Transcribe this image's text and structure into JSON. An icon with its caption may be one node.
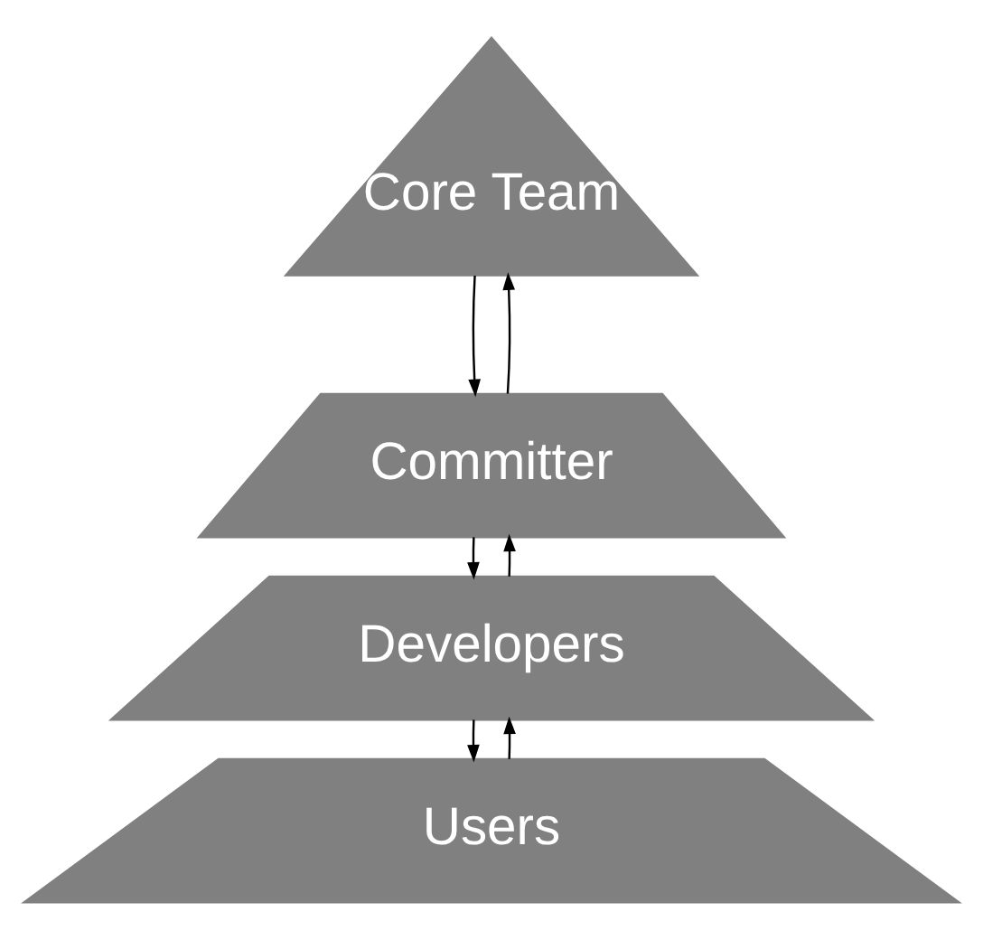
{
  "diagram": {
    "nodes": [
      {
        "text": [
          "Core Team"
        ]
      },
      {
        "text": [
          "Committer"
        ]
      },
      {
        "text": [
          "Developers"
        ]
      },
      {
        "text": [
          "Users"
        ]
      }
    ],
    "edges": [
      {
        "from": 0,
        "to": 1,
        "arrow": "to"
      },
      {
        "from": 1,
        "to": 0,
        "arrow": "to"
      },
      {
        "from": 1,
        "to": 2,
        "arrow": "to"
      },
      {
        "from": 2,
        "to": 1,
        "arrow": "to"
      },
      {
        "from": 2,
        "to": 3,
        "arrow": "to"
      },
      {
        "from": 3,
        "to": 2,
        "arrow": "to"
      }
    ]
  }
}
